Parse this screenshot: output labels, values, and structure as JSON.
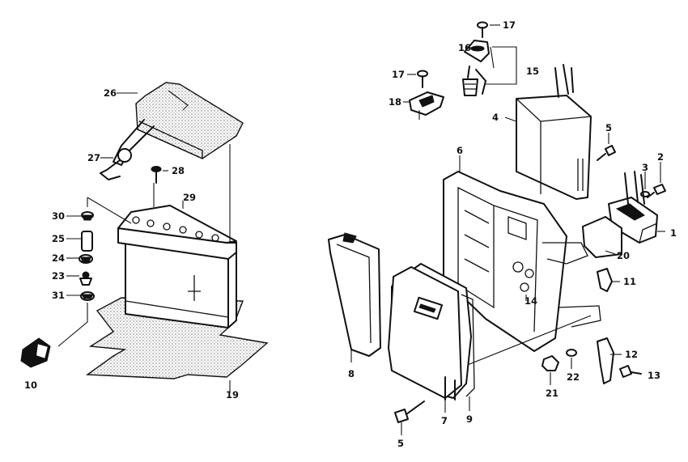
{
  "callouts": [
    {
      "id": "c1",
      "label": "1"
    },
    {
      "id": "c2",
      "label": "2"
    },
    {
      "id": "c3",
      "label": "3"
    },
    {
      "id": "c4",
      "label": "4"
    },
    {
      "id": "c5a",
      "label": "5"
    },
    {
      "id": "c5b",
      "label": "5"
    },
    {
      "id": "c6",
      "label": "6"
    },
    {
      "id": "c7",
      "label": "7"
    },
    {
      "id": "c8",
      "label": "8"
    },
    {
      "id": "c9",
      "label": "9"
    },
    {
      "id": "c10",
      "label": "10"
    },
    {
      "id": "c11",
      "label": "11"
    },
    {
      "id": "c12",
      "label": "12"
    },
    {
      "id": "c13",
      "label": "13"
    },
    {
      "id": "c14",
      "label": "14"
    },
    {
      "id": "c15",
      "label": "15"
    },
    {
      "id": "c16",
      "label": "16"
    },
    {
      "id": "c17a",
      "label": "17"
    },
    {
      "id": "c17b",
      "label": "17"
    },
    {
      "id": "c18",
      "label": "18"
    },
    {
      "id": "c19",
      "label": "19"
    },
    {
      "id": "c20",
      "label": "20"
    },
    {
      "id": "c21",
      "label": "21"
    },
    {
      "id": "c22",
      "label": "22"
    },
    {
      "id": "c23",
      "label": "23"
    },
    {
      "id": "c24",
      "label": "24"
    },
    {
      "id": "c25",
      "label": "25"
    },
    {
      "id": "c26",
      "label": "26"
    },
    {
      "id": "c27",
      "label": "27"
    },
    {
      "id": "c28",
      "label": "28"
    },
    {
      "id": "c29",
      "label": "29"
    },
    {
      "id": "c30",
      "label": "30"
    },
    {
      "id": "c31",
      "label": "31"
    }
  ],
  "colors": {
    "ink": "#111111",
    "paper": "#ffffff"
  }
}
